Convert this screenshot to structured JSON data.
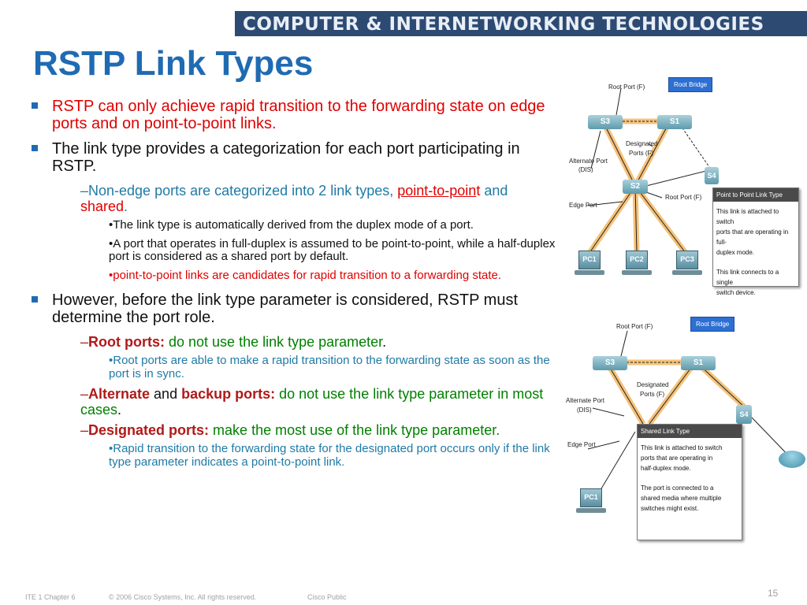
{
  "header": {
    "banner": "COMPUTER & INTERNETWORKING TECHNOLOGIES",
    "title": "RSTP Link Types"
  },
  "bullets": {
    "b1": "RSTP can only achieve rapid transition to the forwarding state on edge ports and on point-to-point links.",
    "b2": "The link type provides a categorization for each port participating in RSTP.",
    "b2_sub_pre": "–Non-edge ports are categorized into 2 link types, ",
    "b2_sub_p2p_a": "point-to-poin",
    "b2_sub_p2p_b": "t",
    "b2_sub_and": " and ",
    "b2_sub_shared": "shared",
    "b2_sub_dot": ".",
    "b2_i1": "•The link type is automatically derived from the duplex mode of a port.",
    "b2_i2": "•A port that operates in full-duplex is assumed to be point-to-point, while a half-duplex port is considered as a shared port by default.",
    "b2_i3": "•point-to-point links are candidates for rapid transition to a forwarding state.",
    "b3": "However, before the link type parameter is considered, RSTP must determine the port role.",
    "root_dash": "–",
    "root_label": "Root ports:",
    "root_text": " do not use the link type parameter",
    "root_dot": ".",
    "root_sub": "•Root ports are able to make a rapid transition to the forwarding state as soon as the port is in sync.",
    "alt_dash": "–",
    "alt_label": "Alternate",
    "alt_and": " and ",
    "alt_label2": "backup ports:",
    "alt_text": " do not use the link type parameter in most cases",
    "alt_dot": ".",
    "des_dash": "–",
    "des_label": "Designated ports:",
    "des_text": " make the most use of the link type parameter.",
    "des_sub": "•Rapid transition to the forwarding state for the designated port occurs only if the link type parameter indicates a point-to-point link."
  },
  "diagram1": {
    "root_port": "Root Port (F)",
    "root_bridge": "Root Bridge",
    "designated": "Designated",
    "designated2": "Ports (F)",
    "alternate": "Alternate Port",
    "alternate2": "(DIS)",
    "edge": "Edge Port",
    "root_port2": "Root Port (F)",
    "s1": "S1",
    "s2": "S2",
    "s3": "S3",
    "s4": "S4",
    "pc1": "PC1",
    "pc2": "PC2",
    "pc3": "PC3",
    "info_title": "Point to Point Link Type",
    "info_l1": "This link is attached to switch",
    "info_l2": "ports that are operating in full-",
    "info_l3": "duplex mode.",
    "info_l4": "This link connects to a single",
    "info_l5": "switch device."
  },
  "diagram2": {
    "root_port": "Root Port (F)",
    "root_bridge": "Root Bridge",
    "designated": "Designated",
    "designated2": "Ports (F)",
    "alternate": "Alternate Port",
    "alternate2": "(DIS)",
    "edge": "Edge Port",
    "s1": "S1",
    "s3": "S3",
    "s4": "S4",
    "pc1": "PC1",
    "info_title": "Shared Link Type",
    "info_l1": "This link is attached to switch",
    "info_l2": "ports that are operating in",
    "info_l3": "half-duplex mode.",
    "info_l4": "The port is connected to a",
    "info_l5": "shared media where multiple",
    "info_l6": "switches might exist."
  },
  "footer": {
    "course": "ITE 1 Chapter 6",
    "copyright": "© 2006 Cisco Systems, Inc. All rights reserved.",
    "public": "Cisco Public",
    "page": "15"
  },
  "colors": {
    "title": "#1f6bb3",
    "banner_bg": "#2d4a73",
    "red_text": "#e00000",
    "blue_text": "#1f7aa6",
    "green_text": "#008000",
    "label_red": "#b11919",
    "link_highlight": "#f5c27a"
  }
}
